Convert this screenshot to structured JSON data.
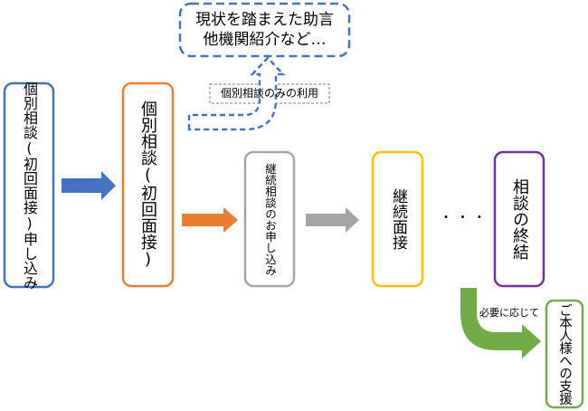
{
  "nodes": {
    "initial_application": {
      "label": "個別相談(初回面接)申し込み",
      "color": "#4472C4"
    },
    "initial_consultation": {
      "label": "個別相談(初回面接)",
      "color": "#ED7D31"
    },
    "continuing_application": {
      "label": "継続相談のお申し込み",
      "color": "#A5A5A5"
    },
    "continuing_interview": {
      "label": "継続面接",
      "color": "#FFC000"
    },
    "consultation_end": {
      "label": "相談の終結",
      "color": "#7030A0"
    },
    "personal_support": {
      "label": "ご本人様への支援",
      "color": "#70AD47"
    },
    "advice_referral": {
      "lines": [
        "現状を踏まえた助言",
        "他機関紹介など…"
      ],
      "color": "#4472C4"
    }
  },
  "labels": {
    "consultation_only": "個別相談のみの利用",
    "as_needed": "必要に応じて",
    "ellipsis": "・ ・ ・"
  },
  "arrow_colors": {
    "blue": "#4472C4",
    "orange": "#ED7D31",
    "gray": "#A5A5A5",
    "green": "#70AD47",
    "dashed_blue": "#4472C4"
  }
}
